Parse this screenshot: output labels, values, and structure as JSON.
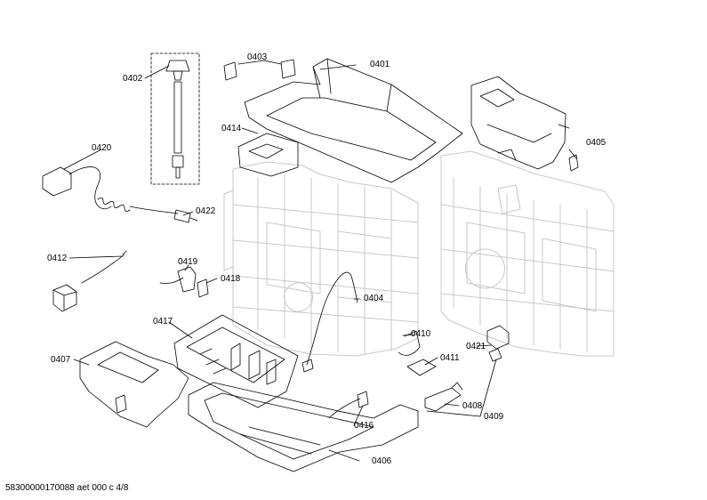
{
  "parts": [
    {
      "id": "p0401",
      "label": "0401"
    },
    {
      "id": "p0402",
      "label": "0402"
    },
    {
      "id": "p0403",
      "label": "0403"
    },
    {
      "id": "p0404",
      "label": "0404"
    },
    {
      "id": "p0405",
      "label": "0405"
    },
    {
      "id": "p0406",
      "label": "0406"
    },
    {
      "id": "p0407",
      "label": "0407"
    },
    {
      "id": "p0408",
      "label": "0408"
    },
    {
      "id": "p0409",
      "label": "0409"
    },
    {
      "id": "p0410",
      "label": "0410"
    },
    {
      "id": "p0411",
      "label": "0411"
    },
    {
      "id": "p0412",
      "label": "0412"
    },
    {
      "id": "p0414",
      "label": "0414"
    },
    {
      "id": "p0416",
      "label": "0416"
    },
    {
      "id": "p0417",
      "label": "0417"
    },
    {
      "id": "p0418",
      "label": "0418"
    },
    {
      "id": "p0419",
      "label": "0419"
    },
    {
      "id": "p0420",
      "label": "0420"
    },
    {
      "id": "p0421",
      "label": "0421"
    },
    {
      "id": "p0422",
      "label": "0422"
    }
  ],
  "footer": "58300000170088 aet 000 c 4/8",
  "colors": {
    "line": "#000000",
    "ghost": "#c8c8c8",
    "background": "#ffffff"
  }
}
